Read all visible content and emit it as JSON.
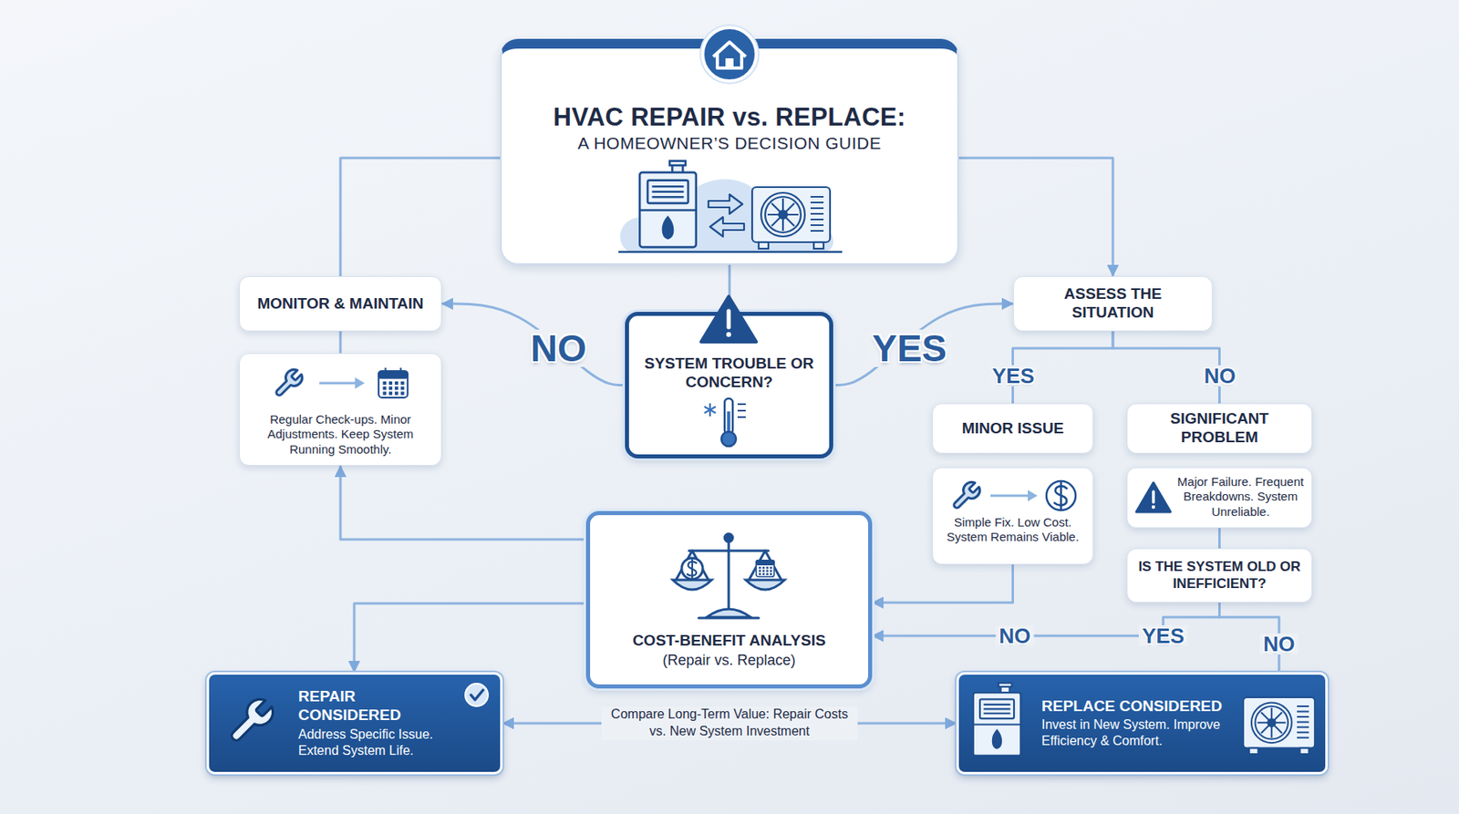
{
  "diagram": {
    "nodes": [
      {
        "text": [
          "HVAC REPAIR vs. REPLACE:",
          "A HOMEOWNER’S DECISION GUIDE"
        ]
      },
      {
        "text": [
          "MONITOR & MAINTAIN"
        ]
      },
      {
        "text": [
          "Regular Check-ups. Minor Adjustments. Keep System Running Smoothly."
        ]
      },
      {
        "text": [
          "SYSTEM TROUBLE OR CONCERN?"
        ]
      },
      {
        "text": [
          "ASSESS THE SITUATION"
        ]
      },
      {
        "text": [
          "MINOR ISSUE"
        ]
      },
      {
        "text": [
          "Simple Fix. Low Cost. System Remains Viable."
        ]
      },
      {
        "text": [
          "SIGNIFICANT PROBLEM"
        ]
      },
      {
        "text": [
          "Major Failure. Frequent Breakdowns. System Unreliable."
        ]
      },
      {
        "text": [
          "IS THE SYSTEM OLD OR INEFFICIENT?"
        ]
      },
      {
        "text": [
          "COST-BENEFIT ANALYSIS",
          "(Repair vs. Replace)"
        ]
      },
      {
        "text": [
          "REPAIR CONSIDERED",
          "Address Specific Issue. Extend System Life."
        ]
      },
      {
        "text": [
          "REPLACE CONSIDERED",
          "Invest in New System. Improve Efficiency & Comfort."
        ]
      }
    ],
    "edges": [
      {
        "from": 0,
        "to": 1,
        "arrow": "none"
      },
      {
        "from": 0,
        "to": 4,
        "arrow": "to"
      },
      {
        "from": 0,
        "to": 3,
        "arrow": "none"
      },
      {
        "from": 3,
        "to": 1,
        "label": "NO",
        "arrow": "to"
      },
      {
        "from": 3,
        "to": 4,
        "label": "YES",
        "arrow": "to"
      },
      {
        "from": 1,
        "to": 2,
        "arrow": "none"
      },
      {
        "from": 4,
        "to": 5,
        "label": "YES",
        "arrow": "none"
      },
      {
        "from": 4,
        "to": 7,
        "label": "NO",
        "arrow": "none"
      },
      {
        "from": 8,
        "to": 9,
        "arrow": "none"
      },
      {
        "from": 6,
        "to": 10,
        "arrow": "to"
      },
      {
        "from": 9,
        "to": 10,
        "label": "YES",
        "arrow": "to"
      },
      {
        "from": 9,
        "to": 12,
        "label": "NO",
        "arrow": "none"
      },
      {
        "from": 10,
        "to": 2,
        "arrow": "to"
      },
      {
        "from": 10,
        "to": 11,
        "arrow": "to"
      },
      {
        "from": 11,
        "to": 12,
        "label": "Compare Long-Term Value: Repair Costs vs. New System Investment",
        "arrow": "both"
      }
    ],
    "labels": [
      "NO"
    ]
  }
}
